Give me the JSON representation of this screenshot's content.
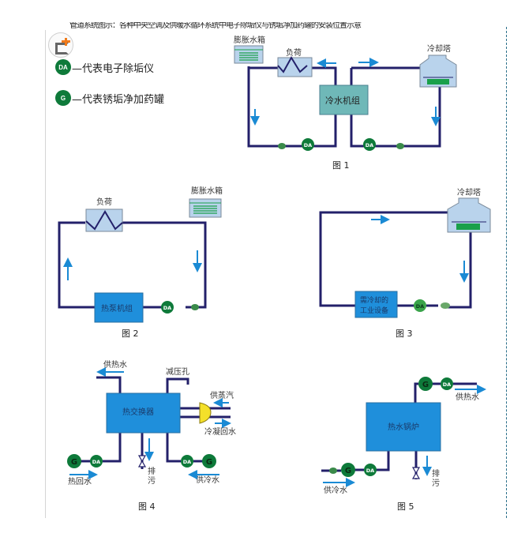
{
  "header_strip": "管道系统图示：各种中央空调及供暖水循环系统中电子除垢仪与锈垢净加药罐的安装位置示意",
  "legend": [
    {
      "badge": "DA",
      "text": "—代表电子除垢仪"
    },
    {
      "badge": "G",
      "text": "—代表锈垢净加药罐"
    }
  ],
  "colors": {
    "pipe": "#23206a",
    "arrow": "#1a8ad4",
    "device_green": "#0e7a3a",
    "device_green_light": "#3aa34a",
    "box_blue": "#1f8fdb",
    "box_teal": "#6fb8b8",
    "tank_fill": "#b9d3ec",
    "tank_stripe": "#1aa04a",
    "valve_yellow": "#f4e02a"
  },
  "badges": {
    "da": "DA",
    "g": "G"
  },
  "fig1": {
    "caption": "图 1",
    "expansion_tank": "膨胀水箱",
    "load": "负荷",
    "chiller": "冷水机组",
    "cooling_tower": "冷却塔"
  },
  "fig2": {
    "caption": "图 2",
    "load": "负荷",
    "expansion_tank": "膨胀水箱",
    "heat_pump": "热泵机组"
  },
  "fig3": {
    "caption": "图 3",
    "cooling_tower": "冷却塔",
    "equipment_line1": "需冷却的",
    "equipment_line2": "工业设备"
  },
  "fig4": {
    "caption": "图 4",
    "heat_exchanger": "热交换器",
    "hot_water_supply": "供热水",
    "pressure_hole": "减压孔",
    "steam_supply": "供蒸汽",
    "condensate_return": "冷凝回水",
    "hot_water_return": "热回水",
    "drain_1": "排",
    "drain_2": "污",
    "cold_water_supply": "供冷水"
  },
  "fig5": {
    "caption": "图 5",
    "boiler": "热水锅炉",
    "hot_water_supply": "供热水",
    "cold_water_supply": "供冷水",
    "drain_1": "排",
    "drain_2": "污"
  }
}
